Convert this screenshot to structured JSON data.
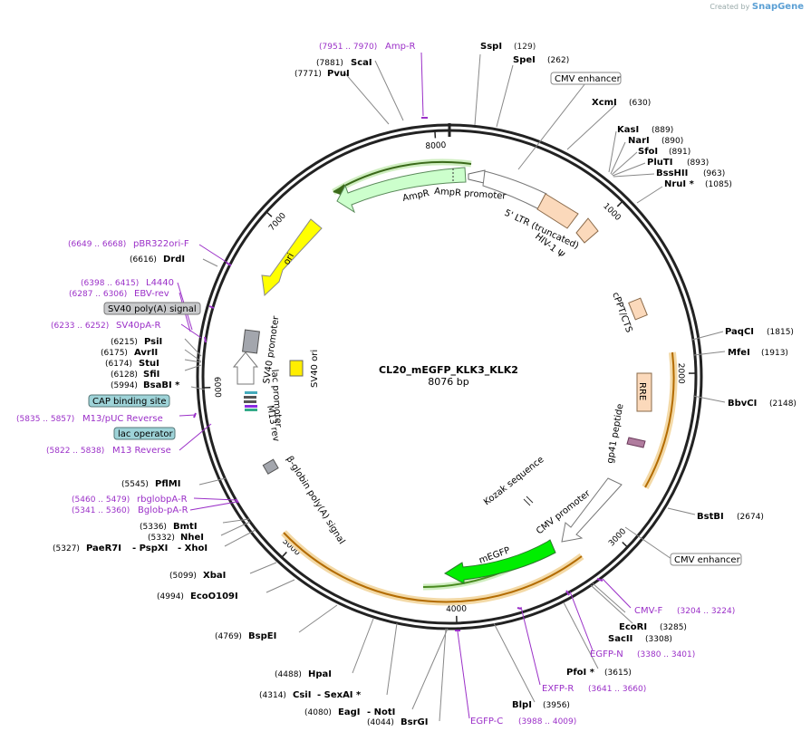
{
  "header": {
    "created_by": "Created by",
    "brand": "SnapGene"
  },
  "plasmid": {
    "name": "CL20_mEGFP_KLK3_KLK2",
    "length_label": "8076 bp",
    "length_bp": 8076
  },
  "ticks": [
    {
      "bp": 1000,
      "label": "1000"
    },
    {
      "bp": 2000,
      "label": "2000"
    },
    {
      "bp": 3000,
      "label": "3000"
    },
    {
      "bp": 4000,
      "label": "4000"
    },
    {
      "bp": 5000,
      "label": "5000"
    },
    {
      "bp": 6000,
      "label": "6000"
    },
    {
      "bp": 7000,
      "label": "7000"
    },
    {
      "bp": 8000,
      "label": "8000"
    }
  ],
  "colors": {
    "enzyme": "#000000",
    "primer": "#9b30c8",
    "ampr": "#ccffcc",
    "ori": "#ffff00",
    "egfp": "#00ee00",
    "orange_arc": "#e8a33a",
    "ltr": "#fbd9bb",
    "gp41": "#b07c9e",
    "grey": "#a3a6ad",
    "sv40ori": "#ffee00"
  },
  "site_labels": [
    {
      "id": "ssp",
      "pos": "(129)",
      "name": "SspI"
    },
    {
      "id": "spe",
      "pos": "(262)",
      "name": "SpeI"
    },
    {
      "id": "xcm",
      "pos": "(630)",
      "name": "XcmI"
    },
    {
      "id": "kas",
      "pos": "(889)",
      "name": "KasI"
    },
    {
      "id": "nar",
      "pos": "(890)",
      "name": "NarI"
    },
    {
      "id": "sfo",
      "pos": "(891)",
      "name": "SfoI"
    },
    {
      "id": "plu",
      "pos": "(893)",
      "name": "PluTI"
    },
    {
      "id": "bsshii",
      "pos": "(963)",
      "name": "BssHII"
    },
    {
      "id": "nru",
      "pos": "(1085)",
      "name": "NruI *"
    },
    {
      "id": "paqc",
      "pos": "(1815)",
      "name": "PaqCI"
    },
    {
      "id": "mfe",
      "pos": "(1913)",
      "name": "MfeI"
    },
    {
      "id": "bbvc",
      "pos": "(2148)",
      "name": "BbvCI"
    },
    {
      "id": "bstb",
      "pos": "(2674)",
      "name": "BstBI"
    },
    {
      "id": "ecori",
      "pos": "(3285)",
      "name": "EcoRI"
    },
    {
      "id": "sacii",
      "pos": "(3308)",
      "name": "SacII"
    },
    {
      "id": "pfo",
      "pos": "(3615)",
      "name": "PfoI *"
    },
    {
      "id": "blp",
      "pos": "(3956)",
      "name": "BlpI"
    },
    {
      "id": "bsrg",
      "pos": "(4044)",
      "name": "BsrGI"
    },
    {
      "id": "eag",
      "pos": "(4080)",
      "name": "EagI"
    },
    {
      "id": "csi",
      "pos": "(4314)",
      "name": "CsiI"
    },
    {
      "id": "hpa",
      "pos": "(4488)",
      "name": "HpaI"
    },
    {
      "id": "bspe",
      "pos": "(4769)",
      "name": "BspEI"
    },
    {
      "id": "eco109",
      "pos": "(4994)",
      "name": "EcoO109I"
    },
    {
      "id": "xba",
      "pos": "(5099)",
      "name": "XbaI"
    },
    {
      "id": "paer7",
      "pos": "(5327)",
      "name": "PaeR7I"
    },
    {
      "id": "nhe",
      "pos": "(5332)",
      "name": "NheI"
    },
    {
      "id": "bmt",
      "pos": "(5336)",
      "name": "BmtI"
    },
    {
      "id": "pflm",
      "pos": "(5545)",
      "name": "PflMI"
    },
    {
      "id": "bsab",
      "pos": "(5994)",
      "name": "BsaBI *"
    },
    {
      "id": "sfi",
      "pos": "(6128)",
      "name": "SfiI"
    },
    {
      "id": "stu",
      "pos": "(6174)",
      "name": "StuI"
    },
    {
      "id": "avr",
      "pos": "(6175)",
      "name": "AvrII"
    },
    {
      "id": "psi",
      "pos": "(6215)",
      "name": "PsiI"
    },
    {
      "id": "drd",
      "pos": "(6616)",
      "name": "DrdI"
    },
    {
      "id": "pvu",
      "pos": "(7771)",
      "name": "PvuI"
    },
    {
      "id": "sca",
      "pos": "(7881)",
      "name": "ScaI"
    }
  ],
  "inline_labels": {
    "notI": "- NotI",
    "sexAI": "- SexAI *",
    "pspXI": "- PspXI",
    "xhoI": "- XhoI"
  },
  "primer_labels": [
    {
      "id": "ampr_p",
      "pos": "(7951 .. 7970)",
      "name": "Amp-R"
    },
    {
      "id": "pbr",
      "pos": "(6649 .. 6668)",
      "name": "pBR322ori-F"
    },
    {
      "id": "l4440",
      "pos": "(6398 .. 6415)",
      "name": "L4440"
    },
    {
      "id": "ebv",
      "pos": "(6287 .. 6306)",
      "name": "EBV-rev"
    },
    {
      "id": "sv40pa",
      "pos": "(6233 .. 6252)",
      "name": "SV40pA-R"
    },
    {
      "id": "m13puc",
      "pos": "(5835 .. 5857)",
      "name": "M13/pUC Reverse"
    },
    {
      "id": "m13rev",
      "pos": "(5822 .. 5838)",
      "name": "M13 Reverse"
    },
    {
      "id": "rbglob",
      "pos": "(5460 .. 5479)",
      "name": "rbglobpA-R"
    },
    {
      "id": "bglob",
      "pos": "(5341 .. 5360)",
      "name": "Bglob-pA-R"
    },
    {
      "id": "cmvf",
      "pos": "(3204 .. 3224)",
      "name": "CMV-F"
    },
    {
      "id": "egfpn",
      "pos": "(3380 .. 3401)",
      "name": "EGFP-N"
    },
    {
      "id": "exfpr",
      "pos": "(3641 .. 3660)",
      "name": "EXFP-R"
    },
    {
      "id": "egfpc",
      "pos": "(3988 .. 4009)",
      "name": "EGFP-C"
    }
  ],
  "boxed_labels": {
    "cmv1": "CMV enhancer",
    "cmv2": "CMV enhancer",
    "sv40polya": "SV40 poly(A) signal",
    "cap": "CAP binding site",
    "lacop": "lac operator"
  },
  "feature_labels": {
    "ampr": "AmpR",
    "ampr_promoter": "AmpR promoter",
    "ltr": "5' LTR (truncated)",
    "hiv": "HIV-1 Ψ",
    "cppt": "cPPT/CTS",
    "rre": "RRE",
    "gp41": "gp41 peptide",
    "kozak": "Kozak sequence",
    "cmv_promoter": "CMV promoter",
    "megfp": "mEGFP",
    "ori": "ori",
    "sv40_promoter": "SV40 promoter",
    "sv40_ori": "SV40 ori",
    "lac_promoter": "lac promoter",
    "m13_rev": "M13 rev",
    "bglobin": "β-globin poly(A) signal"
  }
}
